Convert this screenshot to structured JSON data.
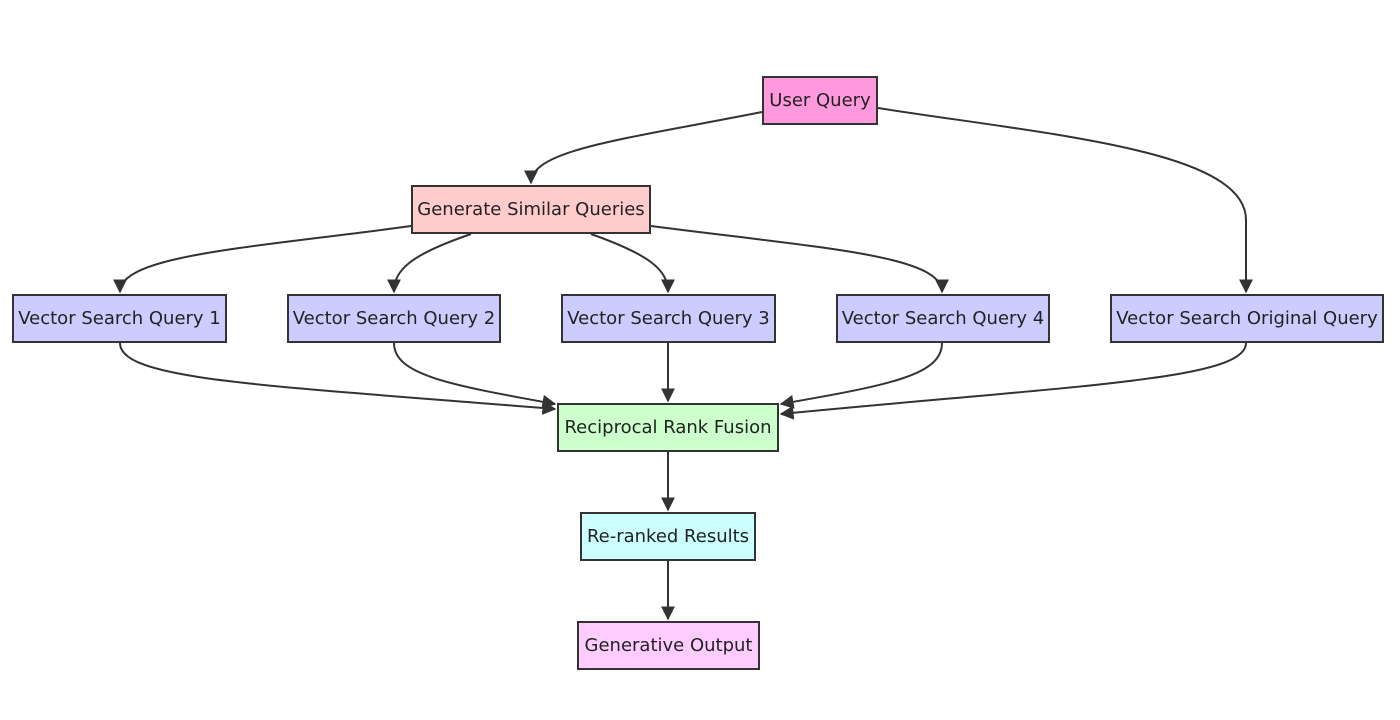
{
  "nodes": {
    "user_query": {
      "label": "User Query",
      "color": "#ff99dd"
    },
    "generate_similar_queries": {
      "label": "Generate Similar Queries",
      "color": "#ffcccc"
    },
    "vector_search_1": {
      "label": "Vector Search Query 1",
      "color": "#ccccff"
    },
    "vector_search_2": {
      "label": "Vector Search Query 2",
      "color": "#ccccff"
    },
    "vector_search_3": {
      "label": "Vector Search Query 3",
      "color": "#ccccff"
    },
    "vector_search_4": {
      "label": "Vector Search Query 4",
      "color": "#ccccff"
    },
    "vector_search_original": {
      "label": "Vector Search Original Query",
      "color": "#ccccff"
    },
    "reciprocal_rank_fusion": {
      "label": "Reciprocal Rank Fusion",
      "color": "#ccffcc"
    },
    "reranked_results": {
      "label": "Re-ranked Results",
      "color": "#ccffff"
    },
    "generative_output": {
      "label": "Generative Output",
      "color": "#ffccff"
    }
  },
  "edges": [
    [
      "user_query",
      "generate_similar_queries"
    ],
    [
      "user_query",
      "vector_search_original"
    ],
    [
      "generate_similar_queries",
      "vector_search_1"
    ],
    [
      "generate_similar_queries",
      "vector_search_2"
    ],
    [
      "generate_similar_queries",
      "vector_search_3"
    ],
    [
      "generate_similar_queries",
      "vector_search_4"
    ],
    [
      "vector_search_1",
      "reciprocal_rank_fusion"
    ],
    [
      "vector_search_2",
      "reciprocal_rank_fusion"
    ],
    [
      "vector_search_3",
      "reciprocal_rank_fusion"
    ],
    [
      "vector_search_4",
      "reciprocal_rank_fusion"
    ],
    [
      "vector_search_original",
      "reciprocal_rank_fusion"
    ],
    [
      "reciprocal_rank_fusion",
      "reranked_results"
    ],
    [
      "reranked_results",
      "generative_output"
    ]
  ],
  "colors": {
    "stroke": "#333333",
    "text": "#222222",
    "background": "#ffffff"
  }
}
